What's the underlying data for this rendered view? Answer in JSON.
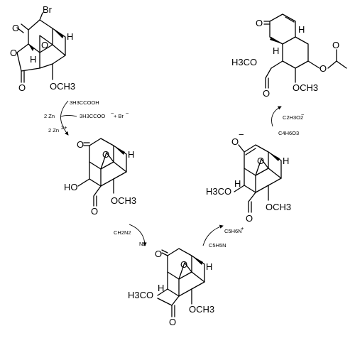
{
  "labels": {
    "br": "Br",
    "h": "H",
    "o": "O",
    "och3": "OCH3",
    "ho": "HO",
    "h3co": "H3CO",
    "o_minus": "O",
    "minus": "−"
  },
  "reagents": {
    "r1_acid": "3H3CCOOH",
    "r1_zn": "2 Zn",
    "r1_acetate": "3H3CCOO",
    "r1_minus": "−",
    "r1_br": "+ Br",
    "r1_br_minus": "−",
    "r1_zn2": "2 Zn",
    "r1_zn2_charge": "2+",
    "r2_ch2n2": "CH2N2",
    "r2_n2": "N2",
    "r3_c5h6n": "C5H6N",
    "r3_plus": "+",
    "r3_c5h5n": "C5H5N",
    "r4_c2h3o2": "C2H3O2",
    "r4_minus": "−",
    "r4_c4h6o3": "C4H6O3"
  }
}
